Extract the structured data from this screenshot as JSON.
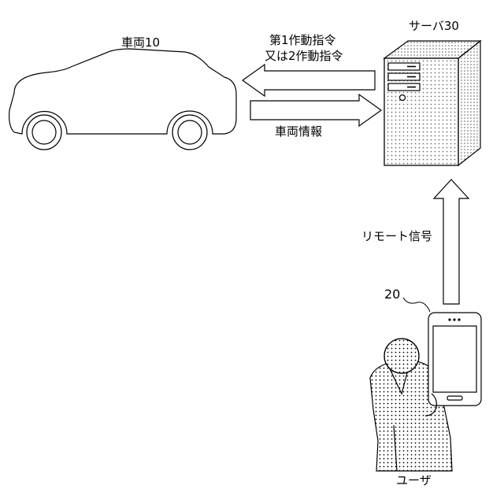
{
  "labels": {
    "vehicle": "車両10",
    "server": "サーバ30",
    "command_line1": "第1作動指令",
    "command_line2": "又は2作動指令",
    "vehicle_info": "車両情報",
    "remote_signal": "リモート信号",
    "terminal_ref": "20",
    "user": "ユーザ"
  },
  "icons": {
    "vehicle": "car-icon",
    "server": "server-tower-icon",
    "terminal": "smartphone-icon",
    "user": "person-icon"
  },
  "colors": {
    "line": "#000000",
    "background": "#ffffff"
  }
}
